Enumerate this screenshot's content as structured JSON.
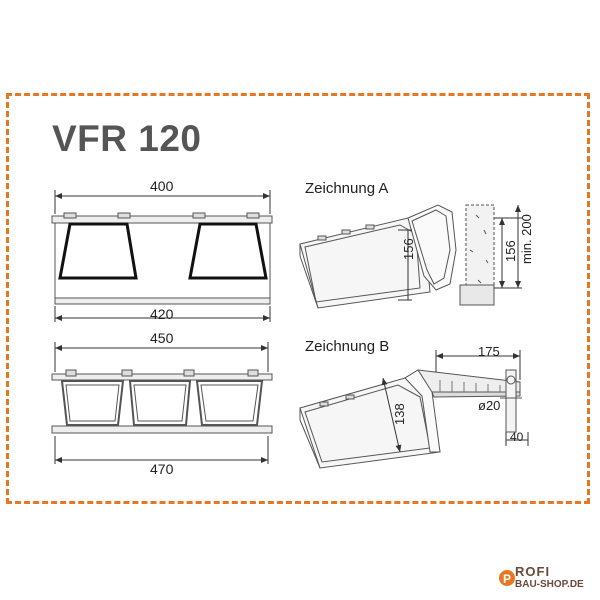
{
  "title": "VFR 120",
  "drawing_a": {
    "label": "Zeichnung A",
    "dim_156_left": "156",
    "dim_156_right": "156",
    "dim_min": "min. 200"
  },
  "drawing_b": {
    "label": "Zeichnung B",
    "dim_175": "175",
    "dim_138": "138",
    "dim_diameter": "ø20",
    "dim_40": "40"
  },
  "top_left": {
    "dim_top": "400",
    "dim_bottom": "420"
  },
  "bottom_left": {
    "dim_top": "450",
    "dim_bottom": "470"
  },
  "logo": {
    "line1": "ROFI",
    "line2": "BAU-SHOP.DE"
  },
  "colors": {
    "frame": "#e87722",
    "logo": "#6b4a3a",
    "line": "#555555"
  }
}
